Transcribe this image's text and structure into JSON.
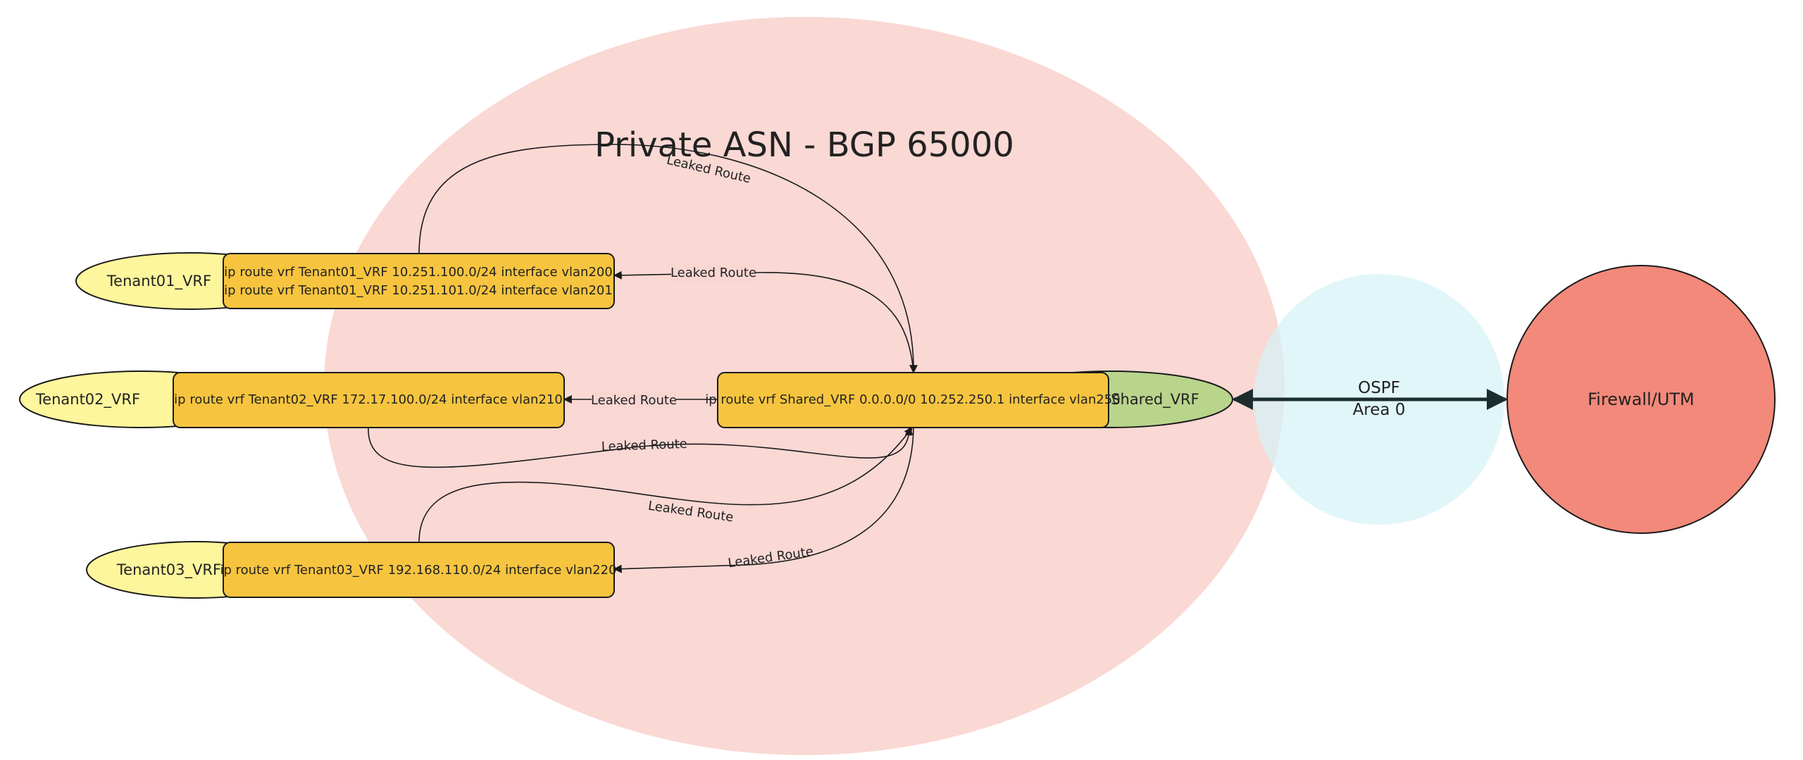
{
  "title": "Private ASN - BGP 65000",
  "colors": {
    "bgp_zone": "#f8c9c4",
    "ospf_zone": "#d6f3f6",
    "firewall": "#f2897a",
    "tenant_vrf": "#fef69c",
    "shared_vrf": "#b9d48b",
    "route_box": "#f7c43f",
    "edge": "#1a1a1a",
    "ospf_link": "#1b2d2d"
  },
  "tenants": [
    {
      "vrf": "Tenant01_VRF",
      "routes": [
        "ip route vrf Tenant01_VRF 10.251.100.0/24 interface vlan200",
        "ip route vrf Tenant01_VRF 10.251.101.0/24 interface vlan201"
      ]
    },
    {
      "vrf": "Tenant02_VRF",
      "routes": [
        "ip route vrf Tenant02_VRF 172.17.100.0/24 interface vlan210"
      ]
    },
    {
      "vrf": "Tenant03_VRF",
      "routes": [
        "ip route vrf Tenant03_VRF 192.168.110.0/24 interface vlan220"
      ]
    }
  ],
  "shared": {
    "vrf": "Shared_VRF",
    "route": "ip route vrf Shared_VRF 0.0.0.0/0 10.252.250.1 interface vlan250"
  },
  "edge_label": "Leaked Route",
  "ospf": {
    "line1": "OSPF",
    "line2": "Area 0"
  },
  "firewall": "Firewall/UTM"
}
